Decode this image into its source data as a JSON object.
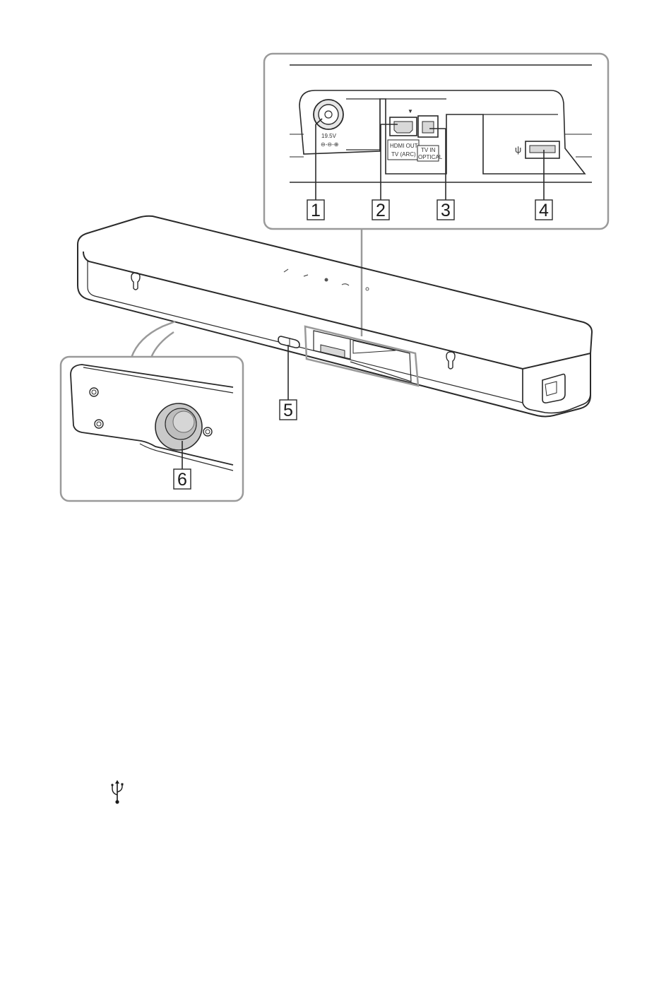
{
  "diagram": {
    "callouts": [
      {
        "id": 1,
        "label": "1"
      },
      {
        "id": 2,
        "label": "2"
      },
      {
        "id": 3,
        "label": "3"
      },
      {
        "id": 4,
        "label": "4"
      },
      {
        "id": 5,
        "label": "5"
      },
      {
        "id": 6,
        "label": "6"
      }
    ],
    "port_labels": {
      "dc_in_voltage": "19.5V",
      "dc_in_polarity": "⊖-⊖-⊕",
      "hdmi_line1": "HDMI OUT",
      "hdmi_line2": "TV (ARC)",
      "optical_line1": "TV IN",
      "optical_line2": "OPTICAL",
      "usb_marker": "ψ"
    }
  },
  "footer": {
    "usb_icon": "usb-icon"
  },
  "colors": {
    "line": "#2a2a2a",
    "inset_border": "#9a9a9a",
    "port_fill": "#d8d8d8",
    "lens_fill": "#bdbdbd"
  }
}
